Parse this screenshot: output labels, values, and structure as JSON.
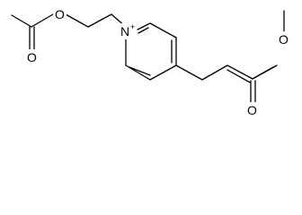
{
  "molecule": {
    "atoms": {
      "O_ester": "O",
      "O_carbonyl_left": "O",
      "N_ring": "N",
      "N_charge": "+",
      "O_methoxy": "O",
      "O_carbonyl_right": "O"
    }
  },
  "colors": {
    "bond": "#000000",
    "background": "#ffffff"
  }
}
